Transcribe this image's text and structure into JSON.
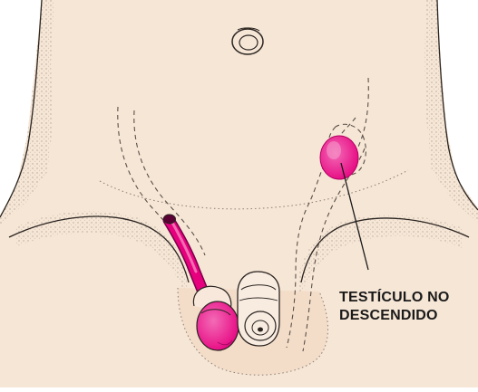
{
  "figure": {
    "label_line1": "TESTÍCULO NO",
    "label_line2": "DESCENDIDO"
  },
  "colors": {
    "skin": "#f6e6d6",
    "skin_shade": "#ead3bd",
    "outline": "#2a2420",
    "testis": "#e6007e",
    "testis_light": "#f36bb6",
    "dashed": "#5a5048",
    "stipple": "#9a8c80"
  },
  "icons": [
    "umbilicus",
    "descended-testis",
    "spermatic-cord",
    "undescended-testis",
    "penis",
    "pointer-line"
  ]
}
